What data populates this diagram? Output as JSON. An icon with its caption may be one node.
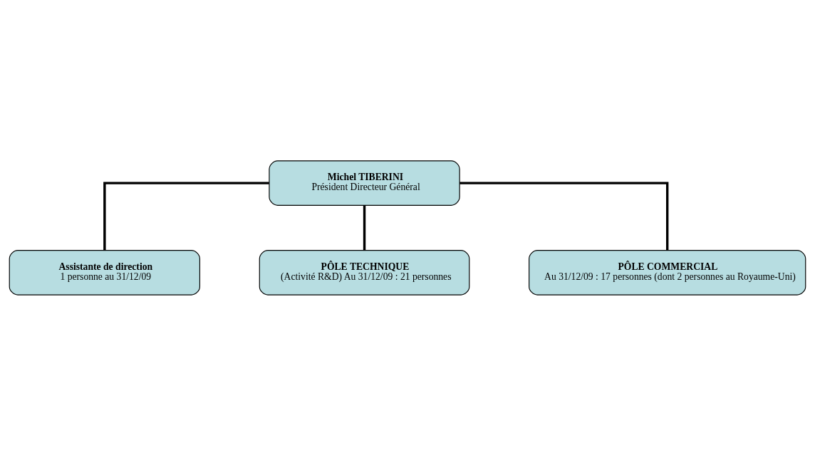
{
  "diagram": {
    "nodes": [
      {
        "text": [
          "Michel TIBERINI",
          "Président Directeur Général"
        ]
      },
      {
        "text": [
          "Assistante de direction",
          "1 personne au 31/12/09"
        ]
      },
      {
        "text": [
          "PÔLE TECHNIQUE",
          "(Activité R&D) Au 31/12/09 : 21 personnes"
        ]
      },
      {
        "text": [
          "PÔLE COMMERCIAL",
          "Au 31/12/09 : 17 personnes (dont 2 personnes au Royaume-Uni)"
        ]
      }
    ],
    "edges": [
      {
        "from": 0,
        "to": 1,
        "arrow": "none"
      },
      {
        "from": 0,
        "to": 2,
        "arrow": "none"
      },
      {
        "from": 0,
        "to": 3,
        "arrow": "none"
      }
    ]
  }
}
